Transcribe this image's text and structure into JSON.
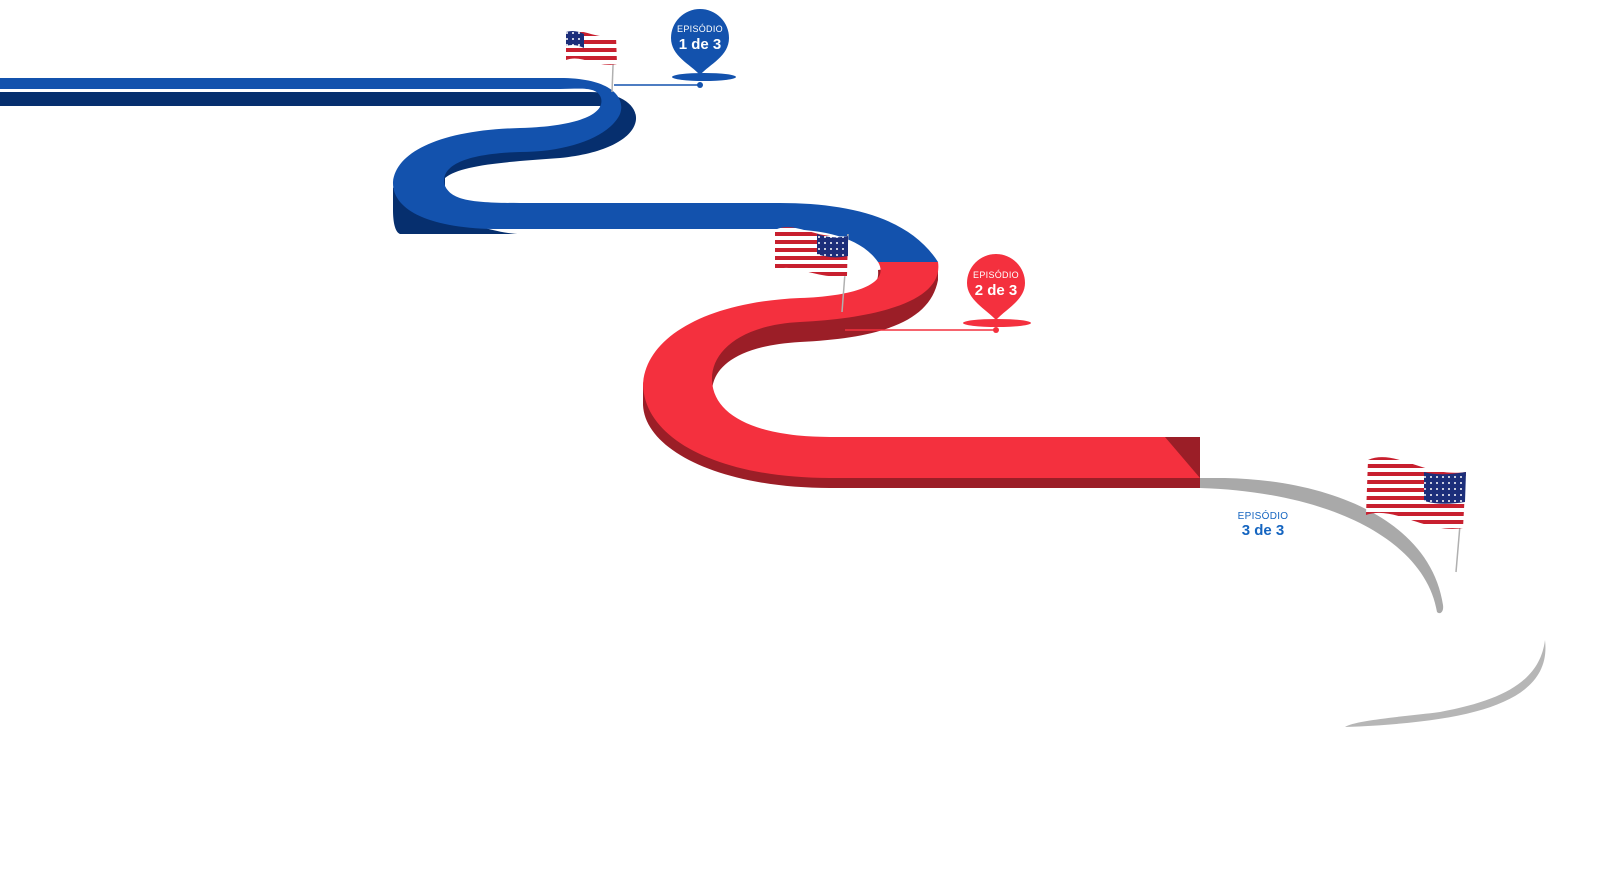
{
  "colors": {
    "blue": "#1352ad",
    "blue_dark": "#062f6e",
    "red": "#f4303e",
    "red_dark": "#9b1e27",
    "gray": "#a9a9a9",
    "ep3_text": "#1565c0"
  },
  "episodes": [
    {
      "label": "EPISÓDIO",
      "number": "1 de 3"
    },
    {
      "label": "EPISÓDIO",
      "number": "2 de 3"
    },
    {
      "label": "EPISÓDIO",
      "number": "3 de 3"
    }
  ],
  "icons": [
    "us-flag-icon",
    "map-pin-icon"
  ]
}
